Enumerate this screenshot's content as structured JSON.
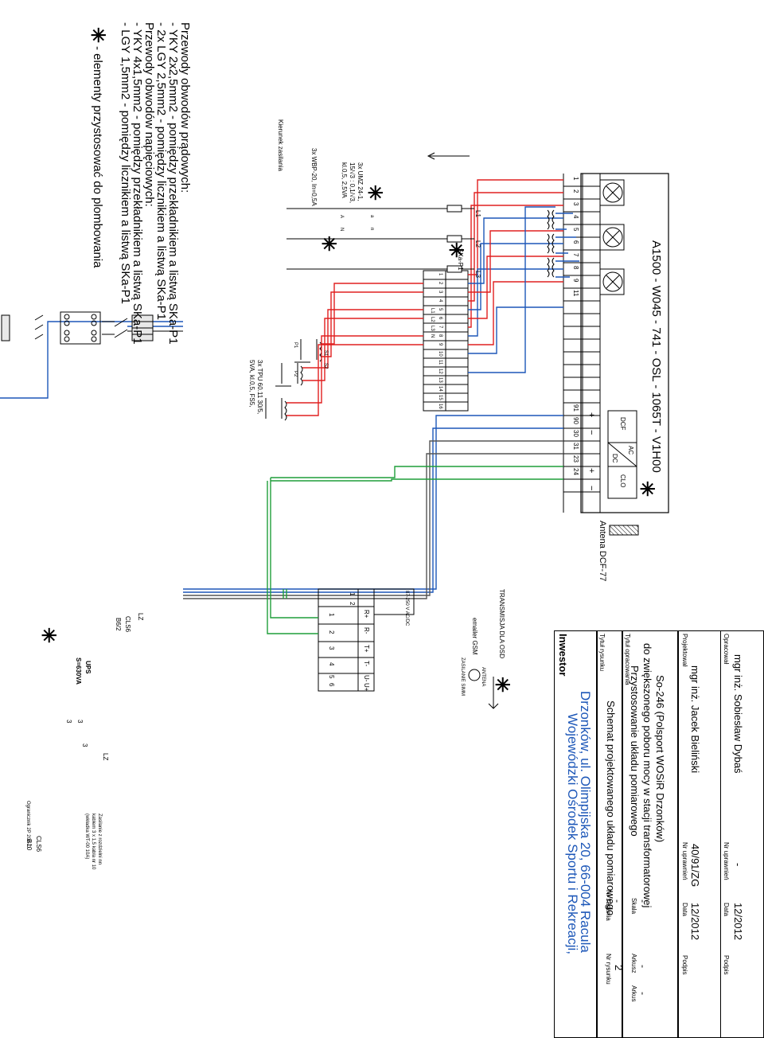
{
  "notes": {
    "current_header": "Przewody obwodów prądowych:",
    "current_1": "- YKY 2x2,5mm2 - pomiędzy przekładnikiem a listwą SKa-P1",
    "current_2": "- 2x LGY 2,5mm2 - pomiędzy licznikiem a listwą SKa-P1",
    "voltage_header": "Przewody obwodów napięciowych:",
    "voltage_1": "- YKY 4x1,5mm2 - pomiędzy przekładnikiem a listwą SKa-P1",
    "voltage_2": "- LGY 1,5mm2 - pomiędzy licznikiem a listwą SKa-P1",
    "seal_symbol": "✳",
    "seal_note": "- elementy przystosować do plombowania"
  },
  "meter": {
    "title": "A1500 - W045 - 741 - OSL - 1065T - V1H00",
    "top_terminals": [
      "1",
      "2",
      "3",
      "4",
      "5",
      "6",
      "7",
      "8",
      "9",
      "11"
    ],
    "aux_terminals": [
      "91",
      "90",
      "30",
      "31",
      "23",
      "24"
    ],
    "dcf_label": "DCF",
    "ac_label": "AC",
    "dc_label": "DC",
    "clo_label": "CLO",
    "plus_sign": "+",
    "minus_sign": "−"
  },
  "antenna": {
    "label": "Antena DCF-77"
  },
  "terminal_strip": {
    "name": "SKa-P1",
    "numbers": [
      "1",
      "2",
      "3",
      "4",
      "5",
      "6",
      "7",
      "8",
      "9",
      "10",
      "11",
      "12",
      "13",
      "14",
      "15",
      "16"
    ],
    "phases": [
      "L1",
      "L2",
      "L3",
      "N"
    ]
  },
  "vt": {
    "spec_1": "3x UMZ 24-1,",
    "spec_2": "15/√3 : 0,1/√3,",
    "spec_3": "kl.0,5, 2,5VA",
    "fuses": "3x WBP-20, In=0,5A",
    "terminal_labels": [
      "A",
      "N",
      "a",
      "n"
    ]
  },
  "ct": {
    "spec_1": "3x TPU 60.11 30/5,",
    "spec_2": "5VA, kl.0,5, FS5,",
    "terminal_labels": [
      "P1",
      "S1",
      "S2",
      "P2"
    ]
  },
  "lines": {
    "labels": [
      "L1",
      "L2",
      "L3"
    ],
    "supply_direction": "Kierunek zasilania"
  },
  "transmission": {
    "title": "TRANSMISJA DLA OSD",
    "modem": "emailer GSM",
    "power_label": "87-250 V AC/DC",
    "antenna_label": "ANTENA",
    "power_supply_label": "ZASILANIE SIMM",
    "power_terminals": [
      "1",
      "2"
    ],
    "data_labels": [
      "R+",
      "R-",
      "T+",
      "T-",
      "U-",
      "U+"
    ],
    "data_terminals": [
      "1",
      "2",
      "3",
      "4",
      "5",
      "6"
    ]
  },
  "protection": {
    "breaker_1_name": "CLS6",
    "breaker_1_type": "B6/2",
    "breaker_2_name": "CLS6",
    "breaker_2_type": "B10",
    "ups_1": "UPS",
    "ups_2": "S=630VA",
    "lz_1": "LZ",
    "lz_2": "LZ",
    "wire_count": "3",
    "fuse_block": "Ogranicznik 2P 20A-D",
    "supply_note_1": "Zasilanie z rozdzielni nn",
    "supply_note_2": "kablem 3 x 1,5 kabla nr 10",
    "supply_note_3": "(wkładka WT-00 10A)"
  },
  "title_block": {
    "investor_label": "Inwestor",
    "investor_name_1": "Wojewódzki Ośrodek Sportu i Rekreacji,",
    "investor_name_2": "Drzonków, ul. Olimpijska 20, 66-004 Racula",
    "drawing_title_label": "Tytuł rysunku",
    "drawing_title": "Schemat projektowanego układu pomiarowego",
    "task_no_label": "Nr zadania",
    "task_no": "-",
    "drawing_no_label": "Nr rysunku",
    "drawing_no": "2",
    "study_title_label": "Tytuł opracowania",
    "study_title_1": "Przystosowanie układu pomiarowego",
    "study_title_2": "do zwiększonego poboru mocy w stacji transformatorowej",
    "study_title_3": "So-246 (Polsport WOSiR Drzonków)",
    "scale_label": "Skala",
    "scale": "-",
    "sheet_label": "Arkusz",
    "sheet": "-",
    "sheets_label": "Arkus",
    "sheets": "-",
    "designed_label": "Projektował",
    "designer": "mgr inż. Jacek Bieliński",
    "licence_label_1": "Nr uprawnień",
    "licence_1": "40/91/ZG",
    "date_label_1": "Data",
    "date_1": "12/2012",
    "signature_label_1": "Podpis",
    "drawn_label": "Opracował",
    "drafter": "mgr inż. Sobiesław Dybaś",
    "licence_label_2": "Nr uprawnień",
    "licence_2": "-",
    "date_label_2": "Data",
    "date_2": "12/2012",
    "signature_label_2": "Podpis"
  },
  "colors": {
    "red": "#e02020",
    "blue": "#1d57b8",
    "green": "#1f9e3a",
    "gray": "#555555"
  }
}
